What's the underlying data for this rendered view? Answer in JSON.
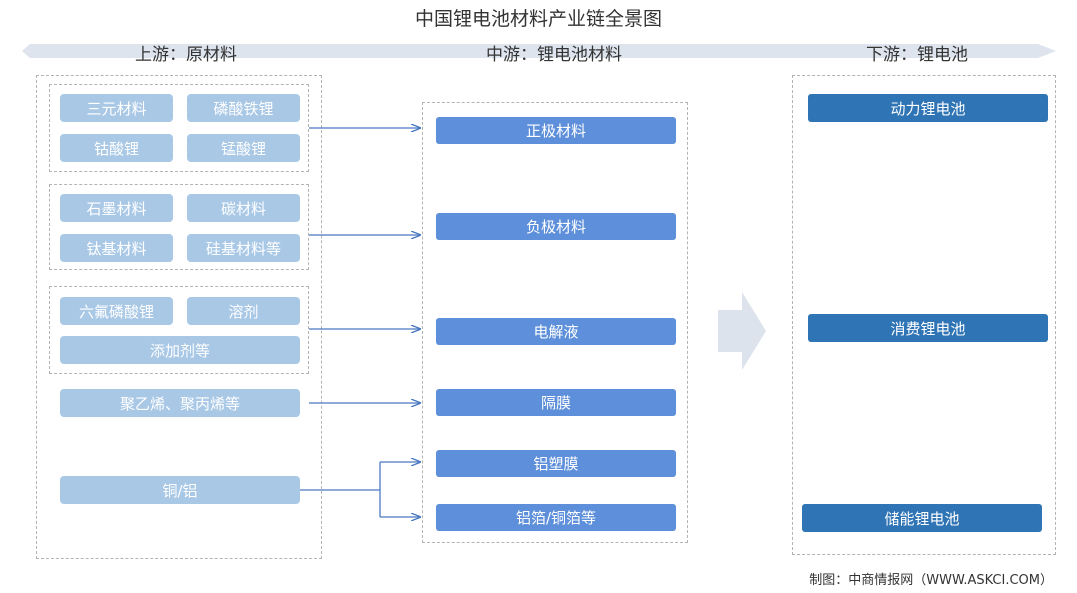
{
  "title": "中国锂电池材料产业链全景图",
  "stages": {
    "upstream": "上游：原材料",
    "midstream": "中游：锂电池材料",
    "downstream": "下游：锂电池"
  },
  "upstream": {
    "group1": [
      "三元材料",
      "磷酸铁锂",
      "钴酸锂",
      "锰酸锂"
    ],
    "group2": [
      "石墨材料",
      "碳材料",
      "钛基材料",
      "硅基材料等"
    ],
    "group3": [
      "六氟磷酸锂",
      "溶剂",
      "添加剂等"
    ],
    "separator_raw": "聚乙烯、聚丙烯等",
    "metal_raw": "铜/铝"
  },
  "midstream": [
    "正极材料",
    "负极材料",
    "电解液",
    "隔膜",
    "铝塑膜",
    "铝箔/铜箔等"
  ],
  "downstream": [
    "动力锂电池",
    "消费锂电池",
    "储能锂电池"
  ],
  "source": "制图：中商情报网（WWW.ASKCI.COM）",
  "colors": {
    "upstream_box": "#a9c8e6",
    "midstream_box": "#5e8fda",
    "downstream_box": "#2f74b5",
    "connector": "#4a78c2",
    "banner": "#dde4ee"
  }
}
